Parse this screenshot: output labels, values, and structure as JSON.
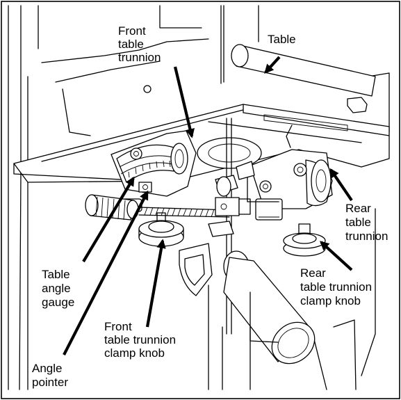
{
  "callouts": {
    "table": [
      "Table"
    ],
    "front_trunnion": [
      "Front",
      "table",
      "trunnion"
    ],
    "rear_trunnion": [
      "Rear",
      "table",
      "trunnion"
    ],
    "rear_clamp_knob": [
      "Rear",
      "table trunnion",
      "clamp knob"
    ],
    "table_angle_gauge": [
      "Table",
      "angle",
      "gauge"
    ],
    "front_clamp_knob": [
      "Front",
      "table trunnion",
      "clamp knob"
    ],
    "angle_pointer": [
      "Angle",
      "pointer"
    ]
  },
  "colors": {
    "line": "#000000",
    "background": "#ffffff"
  }
}
